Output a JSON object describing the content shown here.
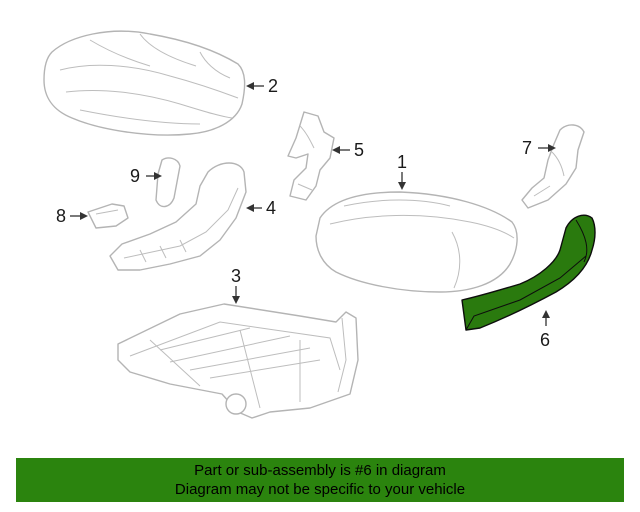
{
  "diagram": {
    "callouts": {
      "p1": "1",
      "p2": "2",
      "p3": "3",
      "p4": "4",
      "p5": "5",
      "p6": "6",
      "p7": "7",
      "p8": "8",
      "p9": "9"
    },
    "highlighted_part": "6",
    "highlight_color": "#2a7a0e"
  },
  "banner": {
    "line1": "Part or sub-assembly is #6 in diagram",
    "line2": "Diagram may not be specific to your vehicle",
    "background": "#2b840e"
  }
}
